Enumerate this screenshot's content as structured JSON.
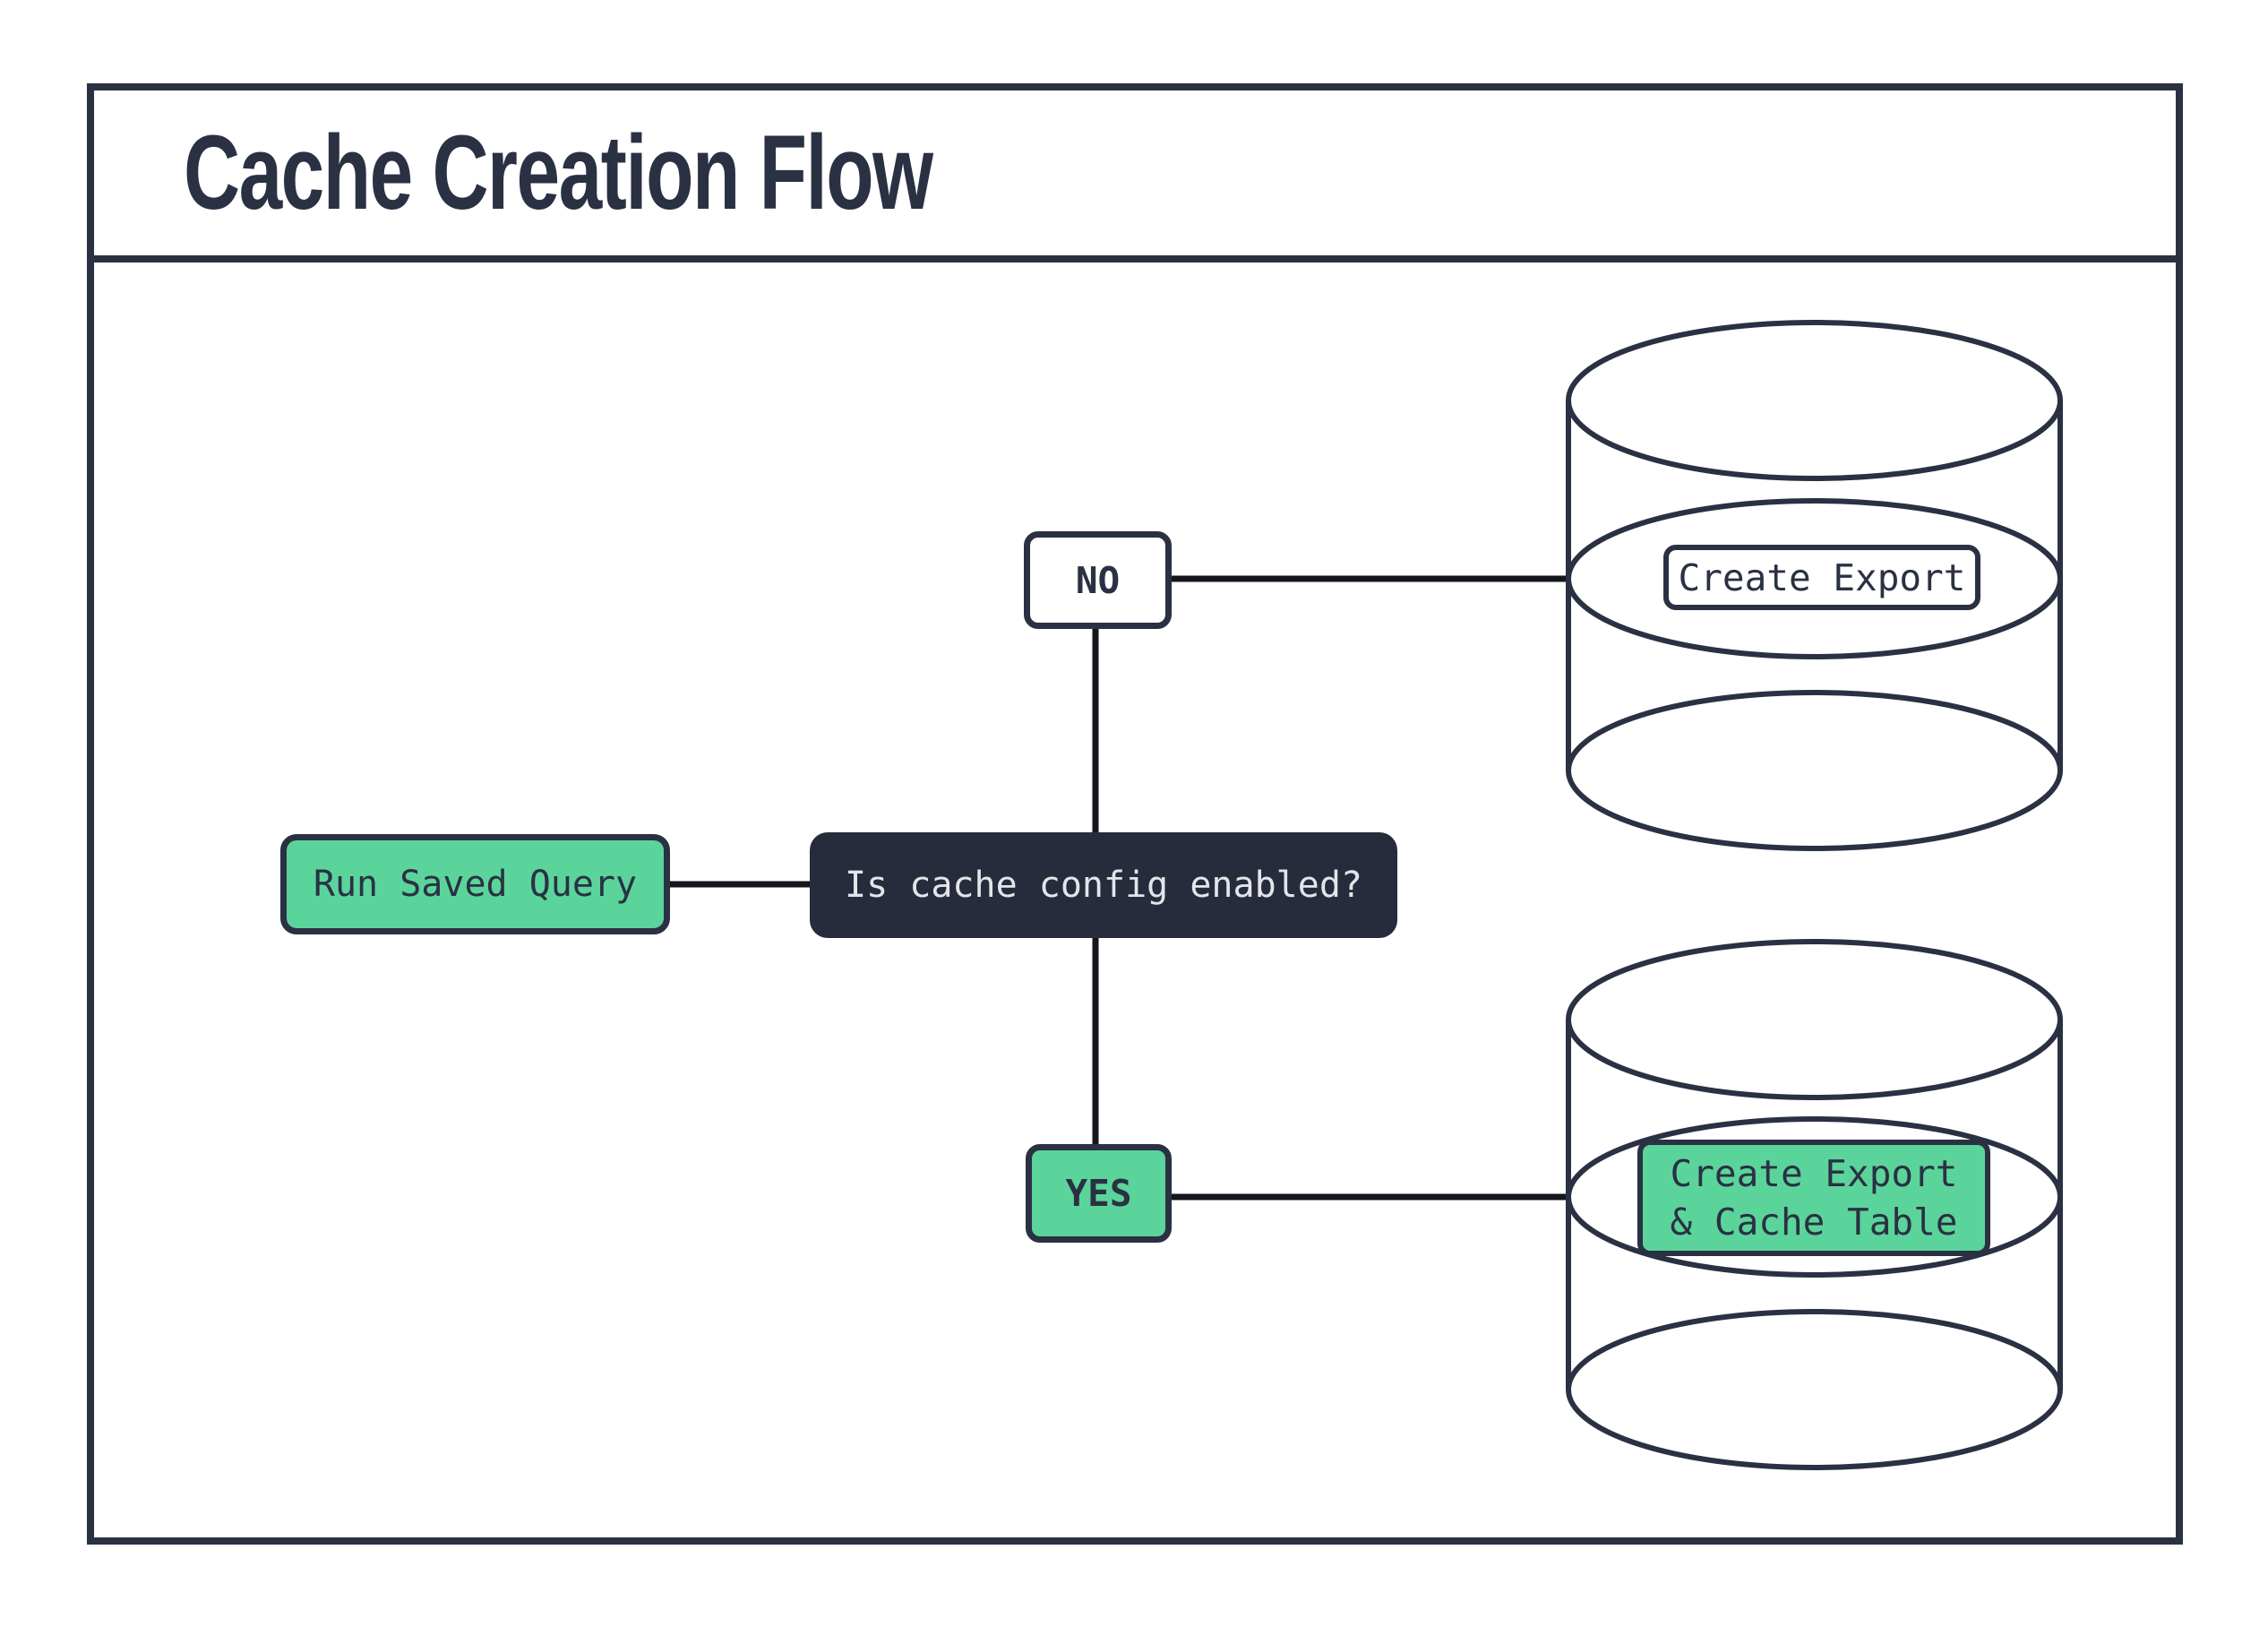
{
  "title": "Cache Creation Flow",
  "colors": {
    "ink": "#2a3142",
    "connector": "#15161b",
    "green": "#5bd49c",
    "panel_dark": "#262c3b",
    "panel_dark_text": "#e3e5ea",
    "background": "#ffffff"
  },
  "diagram": {
    "start_node": {
      "label": "Run Saved Query"
    },
    "decision_node": {
      "label": "Is cache config enabled?"
    },
    "no_branch": {
      "label": "NO"
    },
    "yes_branch": {
      "label": "YES"
    },
    "no_result": {
      "label": "Create Export"
    },
    "yes_result": {
      "label_line1": "Create Export",
      "label_line2": "& Cache Table"
    },
    "icons": {
      "no_result_icon": "database-icon",
      "yes_result_icon": "database-icon"
    }
  }
}
